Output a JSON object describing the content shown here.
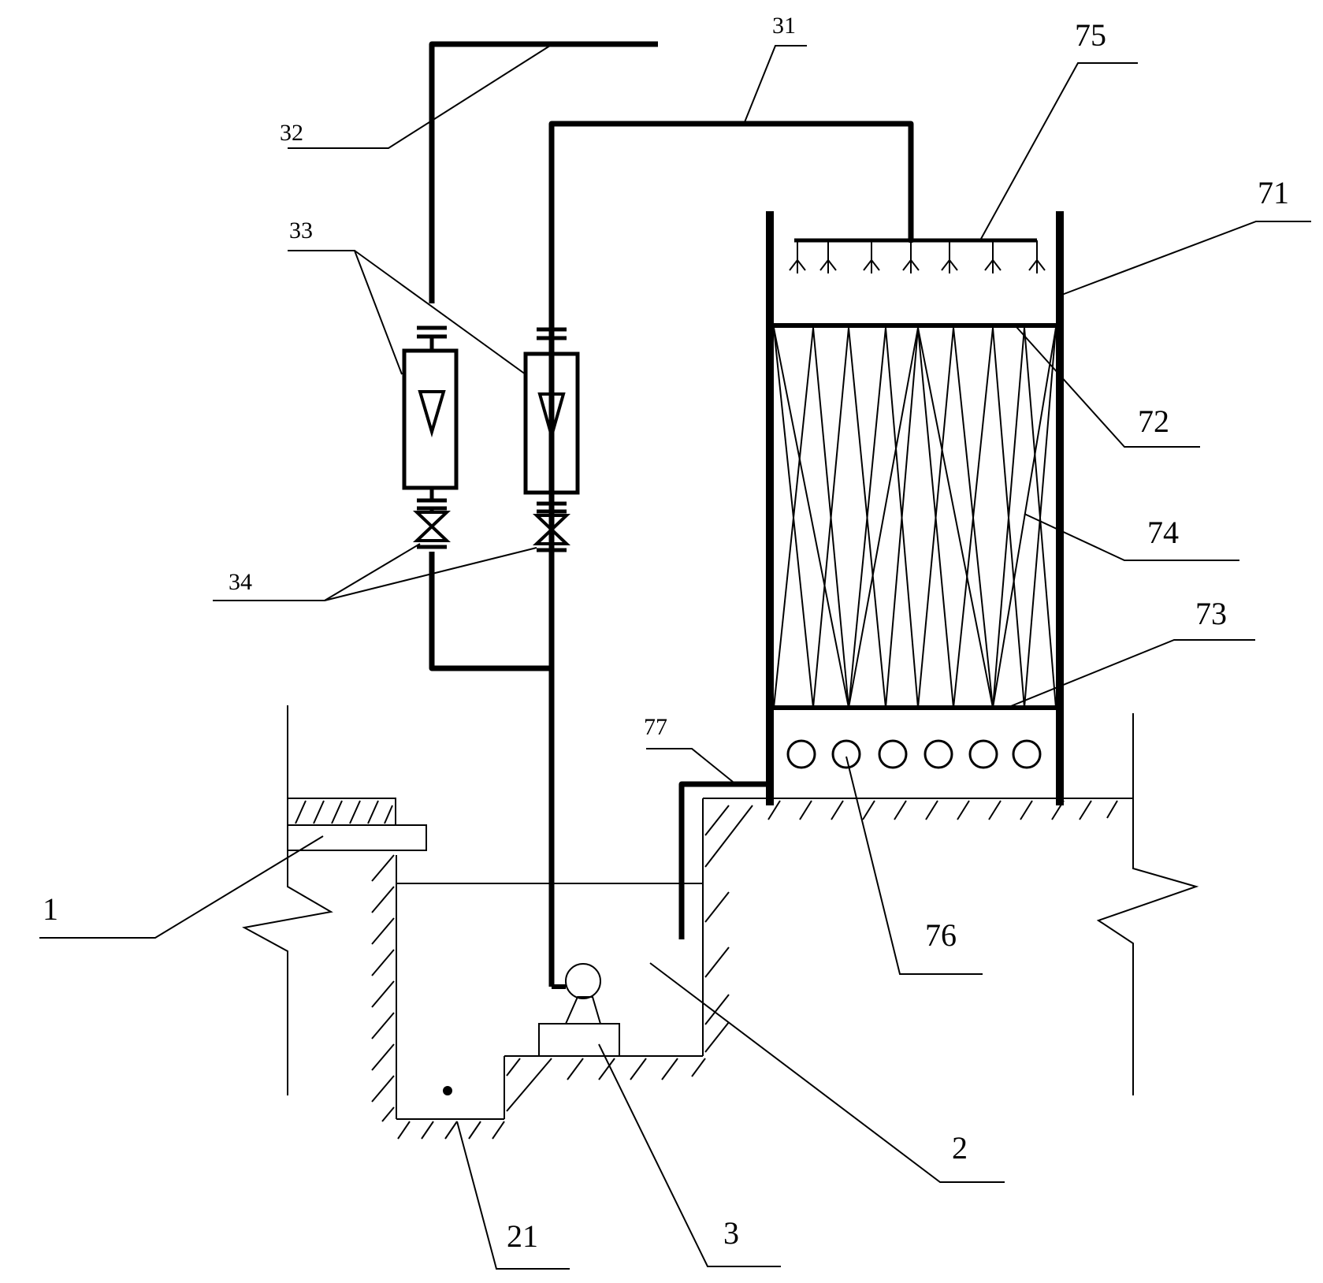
{
  "labels": {
    "l1": "1",
    "l2": "2",
    "l21": "21",
    "l3": "3",
    "l31": "31",
    "l32": "32",
    "l33": "33",
    "l34": "34",
    "l71": "71",
    "l72": "72",
    "l73": "73",
    "l74": "74",
    "l75": "75",
    "l76": "76",
    "l77": "77"
  },
  "colors": {
    "line": "#000000",
    "background": "#ffffff"
  }
}
